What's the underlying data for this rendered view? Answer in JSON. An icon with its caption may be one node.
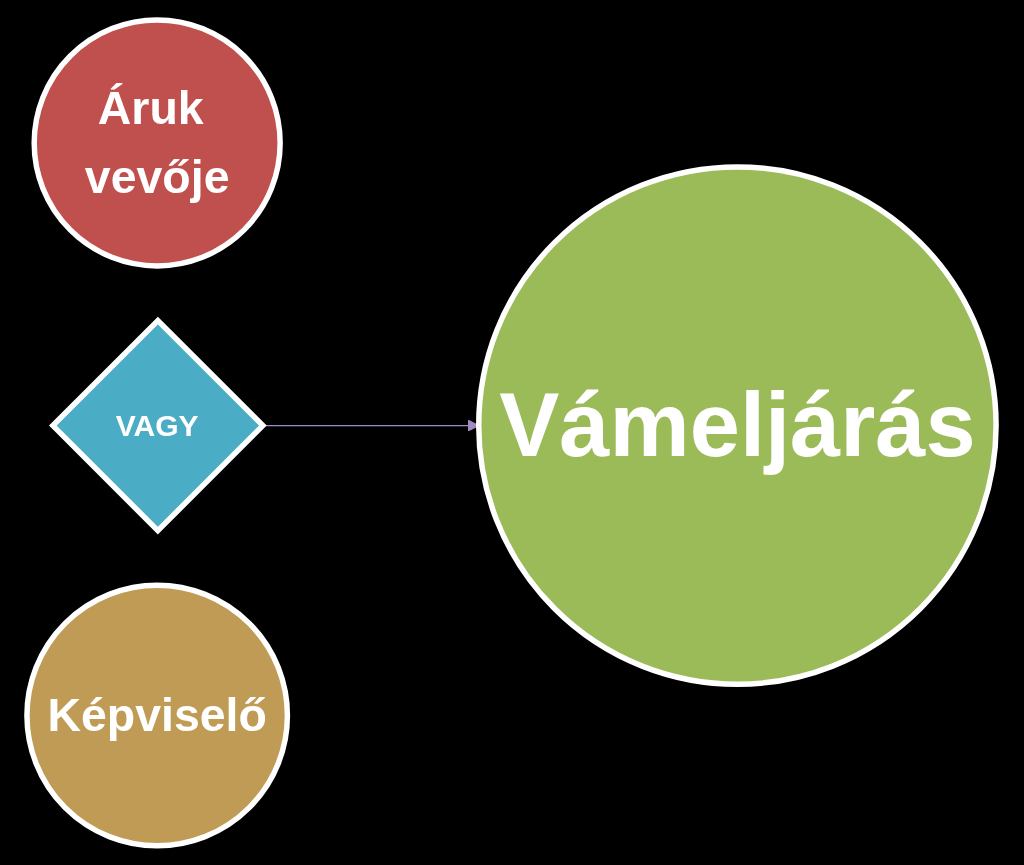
{
  "diagram": {
    "nodes": [
      {
        "text": [
          "Áruk vevője"
        ]
      },
      {
        "text": [
          "VAGY"
        ]
      },
      {
        "text": [
          "Képviselő"
        ]
      },
      {
        "text": [
          "Vámeljárás"
        ]
      }
    ],
    "edges": [
      {
        "from": 1,
        "to": 3,
        "arrow": "to",
        "color": "#a08bc2"
      }
    ]
  }
}
